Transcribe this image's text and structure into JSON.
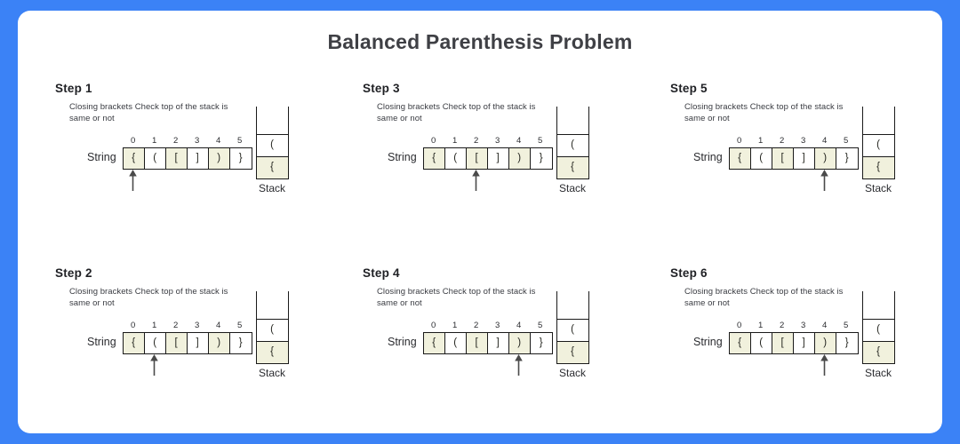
{
  "theme": {
    "background_color": "#3b82f6",
    "card_color": "#ffffff",
    "cell_highlight_color": "#f1f1dd",
    "border_color": "#1a1a1a",
    "title_color": "#3f4045"
  },
  "header": {
    "title": "Balanced Parenthesis Problem"
  },
  "common": {
    "string_label": "String",
    "stack_label": "Stack",
    "description": "Closing brackets Check top of the stack is same or not",
    "indices": [
      "0",
      "1",
      "2",
      "3",
      "4",
      "5"
    ],
    "string_cells": [
      "{",
      "(",
      "[",
      "]",
      ")",
      "}"
    ],
    "highlighted_indices": [
      0,
      2,
      4
    ]
  },
  "steps": [
    {
      "title": "Step 1",
      "description": "Closing brackets Check top of the stack is same or not",
      "indices": [
        "0",
        "1",
        "2",
        "3",
        "4",
        "5"
      ],
      "cells": [
        {
          "value": "{",
          "highlighted": true
        },
        {
          "value": "(",
          "highlighted": false
        },
        {
          "value": "[",
          "highlighted": true
        },
        {
          "value": "]",
          "highlighted": false
        },
        {
          "value": ")",
          "highlighted": true
        },
        {
          "value": "}",
          "highlighted": false
        }
      ],
      "pointer_index": 0,
      "string_label": "String",
      "stack_label": "Stack",
      "stack": [
        {
          "value": "(",
          "highlighted": false
        },
        {
          "value": "{",
          "highlighted": true
        }
      ]
    },
    {
      "title": "Step 3",
      "description": "Closing brackets Check top of the stack is same or not",
      "indices": [
        "0",
        "1",
        "2",
        "3",
        "4",
        "5"
      ],
      "cells": [
        {
          "value": "{",
          "highlighted": true
        },
        {
          "value": "(",
          "highlighted": false
        },
        {
          "value": "[",
          "highlighted": true
        },
        {
          "value": "]",
          "highlighted": false
        },
        {
          "value": ")",
          "highlighted": true
        },
        {
          "value": "}",
          "highlighted": false
        }
      ],
      "pointer_index": 2,
      "string_label": "String",
      "stack_label": "Stack",
      "stack": [
        {
          "value": "(",
          "highlighted": false
        },
        {
          "value": "{",
          "highlighted": true
        }
      ]
    },
    {
      "title": "Step 5",
      "description": "Closing brackets Check top of the stack is same or not",
      "indices": [
        "0",
        "1",
        "2",
        "3",
        "4",
        "5"
      ],
      "cells": [
        {
          "value": "{",
          "highlighted": true
        },
        {
          "value": "(",
          "highlighted": false
        },
        {
          "value": "[",
          "highlighted": true
        },
        {
          "value": "]",
          "highlighted": false
        },
        {
          "value": ")",
          "highlighted": true
        },
        {
          "value": "}",
          "highlighted": false
        }
      ],
      "pointer_index": 4,
      "string_label": "String",
      "stack_label": "Stack",
      "stack": [
        {
          "value": "(",
          "highlighted": false
        },
        {
          "value": "{",
          "highlighted": true
        }
      ]
    },
    {
      "title": "Step 2",
      "description": "Closing brackets Check top of the stack is same or not",
      "indices": [
        "0",
        "1",
        "2",
        "3",
        "4",
        "5"
      ],
      "cells": [
        {
          "value": "{",
          "highlighted": true
        },
        {
          "value": "(",
          "highlighted": false
        },
        {
          "value": "[",
          "highlighted": true
        },
        {
          "value": "]",
          "highlighted": false
        },
        {
          "value": ")",
          "highlighted": true
        },
        {
          "value": "}",
          "highlighted": false
        }
      ],
      "pointer_index": 1,
      "string_label": "String",
      "stack_label": "Stack",
      "stack": [
        {
          "value": "(",
          "highlighted": false
        },
        {
          "value": "{",
          "highlighted": true
        }
      ]
    },
    {
      "title": "Step 4",
      "description": "Closing brackets Check top of the stack is same or not",
      "indices": [
        "0",
        "1",
        "2",
        "3",
        "4",
        "5"
      ],
      "cells": [
        {
          "value": "{",
          "highlighted": true
        },
        {
          "value": "(",
          "highlighted": false
        },
        {
          "value": "[",
          "highlighted": true
        },
        {
          "value": "]",
          "highlighted": false
        },
        {
          "value": ")",
          "highlighted": true
        },
        {
          "value": "}",
          "highlighted": false
        }
      ],
      "pointer_index": 4,
      "string_label": "String",
      "stack_label": "Stack",
      "stack": [
        {
          "value": "(",
          "highlighted": false
        },
        {
          "value": "{",
          "highlighted": true
        }
      ]
    },
    {
      "title": "Step 6",
      "description": "Closing brackets Check top of the stack is same or not",
      "indices": [
        "0",
        "1",
        "2",
        "3",
        "4",
        "5"
      ],
      "cells": [
        {
          "value": "{",
          "highlighted": true
        },
        {
          "value": "(",
          "highlighted": false
        },
        {
          "value": "[",
          "highlighted": true
        },
        {
          "value": "]",
          "highlighted": false
        },
        {
          "value": ")",
          "highlighted": true
        },
        {
          "value": "}",
          "highlighted": false
        }
      ],
      "pointer_index": 4,
      "string_label": "String",
      "stack_label": "Stack",
      "stack": [
        {
          "value": "(",
          "highlighted": false
        },
        {
          "value": "{",
          "highlighted": true
        }
      ]
    }
  ]
}
